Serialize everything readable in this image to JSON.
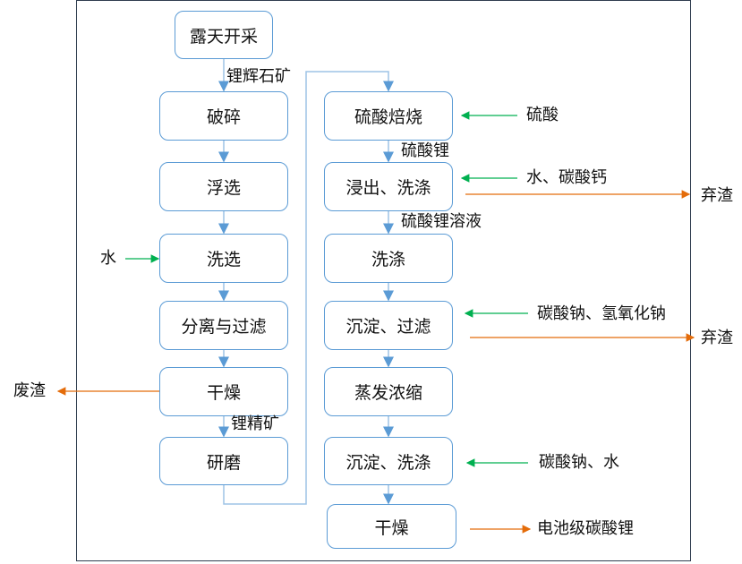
{
  "left_steps": [
    "露天开采",
    "破碎",
    "浮选",
    "洗选",
    "分离与过滤",
    "干燥",
    "研磨"
  ],
  "right_steps": [
    "硫酸焙烧",
    "浸出、洗涤",
    "洗涤",
    "沉淀、过滤",
    "蒸发浓缩",
    "沉淀、洗涤",
    "干燥"
  ],
  "flow_labels": {
    "ore": "锂辉石矿",
    "concentrate": "锂精矿",
    "lithium_sulfate": "硫酸锂",
    "lithium_sulfate_solution": "硫酸锂溶液"
  },
  "inputs": {
    "water_wash": "水",
    "sulfuric_acid": "硫酸",
    "water_calcium_carbonate": "水、碳酸钙",
    "sodium_carbonate_hydroxide": "碳酸钠、氢氧化钠",
    "sodium_carbonate_water": "碳酸钠、水"
  },
  "outputs": {
    "waste": "废渣",
    "discard1": "弃渣",
    "discard2": "弃渣",
    "product": "电池级碳酸锂"
  },
  "colors": {
    "box": "#5b9bd5",
    "input_arrow": "#00b050",
    "output_arrow": "#e46c0a",
    "flow": "#5b9bd5"
  }
}
